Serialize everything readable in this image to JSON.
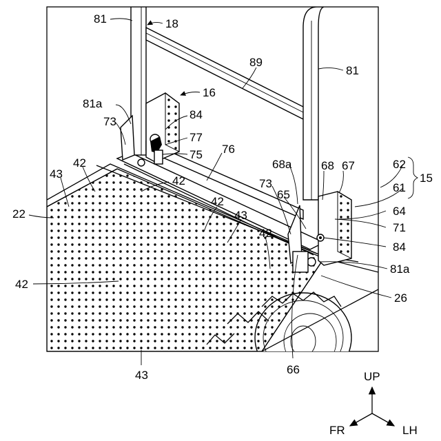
{
  "figure": {
    "labels": {
      "l81_top": "81",
      "l18": "18",
      "l89": "89",
      "l81_right": "81",
      "l16": "16",
      "l81a_left": "81a",
      "l84_top": "84",
      "l73_left": "73",
      "l77": "77",
      "l75": "75",
      "l76": "76",
      "l42_a": "42",
      "l43_a": "43",
      "l42_b": "42",
      "l68a": "68a",
      "l68": "68",
      "l67": "67",
      "l62": "62",
      "l15": "15",
      "l61": "61",
      "l73_right": "73",
      "l65": "65",
      "l64": "64",
      "l22": "22",
      "l42_c": "42",
      "l43_b": "43",
      "l71": "71",
      "l42_d": "42",
      "l84_right": "84",
      "l81a_right": "81a",
      "l42_e": "42",
      "l26": "26",
      "l43_bottom": "43",
      "l66": "66"
    },
    "directions": {
      "up": "UP",
      "front": "FR",
      "left": "LH"
    }
  }
}
